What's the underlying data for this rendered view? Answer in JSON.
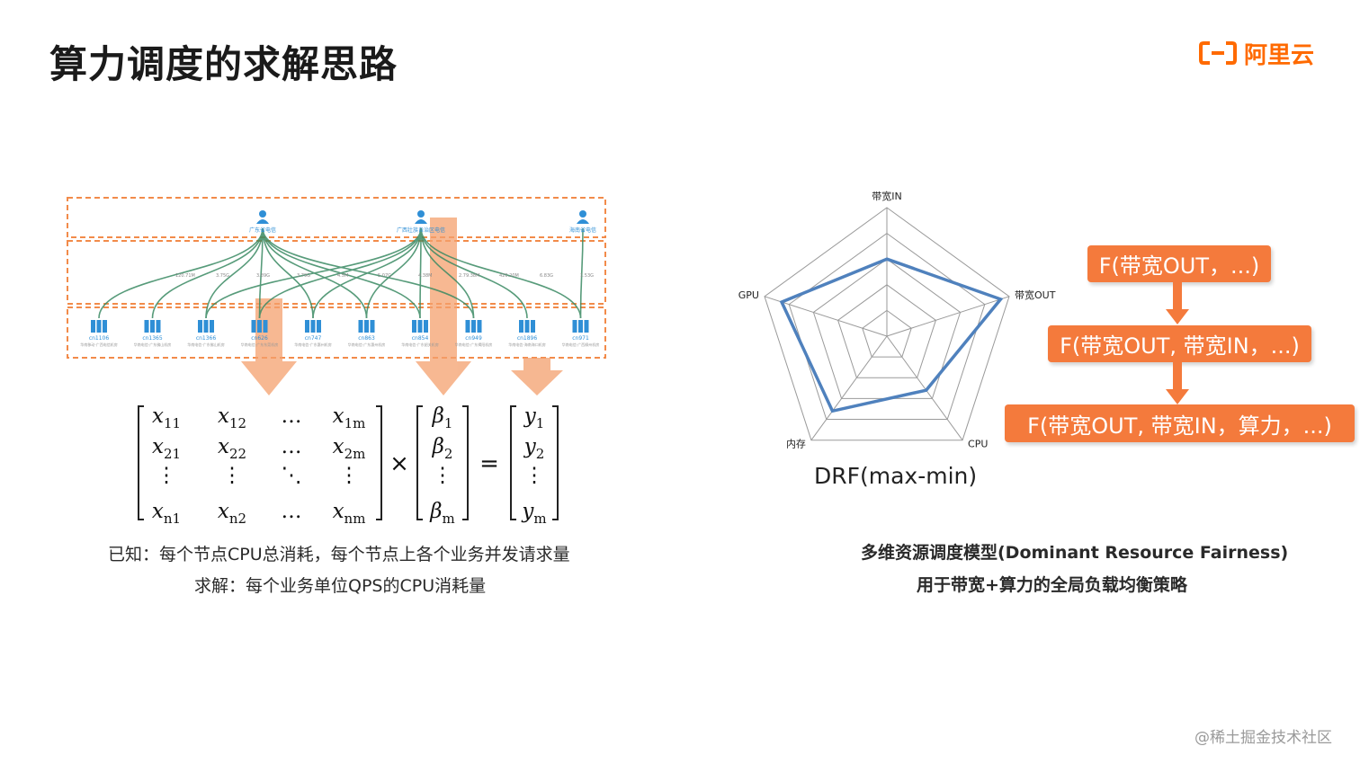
{
  "slide": {
    "title": "算力调度的求解思路",
    "logo": {
      "icon": "aliyun-bracket-icon",
      "text": "阿里云",
      "color": "#ff6a00"
    },
    "watermark": "@稀土掘金技术社区"
  },
  "topology": {
    "accent": "#f4a06d",
    "line_color": "#3a8a63",
    "node_color": "#2f8fd6",
    "providers": [
      {
        "label": "广东省电信"
      },
      {
        "label": "广西壮族自治区电信"
      },
      {
        "label": "海南省电信"
      }
    ],
    "links": [
      "120.71M",
      "3.75G",
      "3.89G",
      "3.79G",
      "4.5M",
      "5.07G",
      "4.38M",
      "2.79.38M",
      "420.20M",
      "6.83G",
      "1.53G"
    ],
    "servers": [
      {
        "id": "cn1106",
        "sub": "华南移动-广西电信机房"
      },
      {
        "id": "cn1365",
        "sub": "华南电信-广东佛山机房"
      },
      {
        "id": "cn1366",
        "sub": "华南电信-广东佛山机房"
      },
      {
        "id": "cn626",
        "sub": "华南电信-广东东莞机房"
      },
      {
        "id": "cn747",
        "sub": "华南电信-广东惠州机房"
      },
      {
        "id": "cn863",
        "sub": "华南电信-广东惠州机房"
      },
      {
        "id": "cn854",
        "sub": "华南电信-广东韶关机房"
      },
      {
        "id": "cn949",
        "sub": "华南电信-广东揭阳机房"
      },
      {
        "id": "cn1896",
        "sub": "华南电信-海南海口机房"
      },
      {
        "id": "cn971",
        "sub": "华南电信-广西柳州机房"
      }
    ]
  },
  "matrix": {
    "left": [
      [
        "x_11",
        "x_12",
        "…",
        "x_1m"
      ],
      [
        "x_21",
        "x_22",
        "…",
        "x_2m"
      ],
      [
        "⋮",
        "⋮",
        "⋱",
        "⋮"
      ],
      [
        "x_n1",
        "x_n2",
        "…",
        "x_nm"
      ]
    ],
    "beta": [
      "β_1",
      "β_2",
      "⋮",
      "β_m"
    ],
    "y": [
      "y_1",
      "y_2",
      "⋮",
      "y_m"
    ],
    "times": "×",
    "equals": "="
  },
  "left_caption": {
    "line1": "已知：每个节点CPU总消耗，每个节点上各个业务并发请求量",
    "line2": "求解：每个业务单位QPS的CPU消耗量"
  },
  "radar": {
    "axes": [
      "带宽IN",
      "带宽OUT",
      "CPU",
      "内存",
      "GPU"
    ],
    "values": [
      0.6,
      0.93,
      0.52,
      0.72,
      0.86
    ],
    "max": 1,
    "rings": 5,
    "series_color": "#4f81bd",
    "grid_color": "#9a9a9a",
    "label": "DRF(max-min)"
  },
  "flow": {
    "color": "#f47a3c",
    "boxes": [
      "F(带宽OUT，...)",
      "F(带宽OUT, 带宽IN，...)",
      "F(带宽OUT, 带宽IN，算力，...)"
    ]
  },
  "right_caption": {
    "line1": "多维资源调度模型(Dominant Resource Fairness)",
    "line2": "用于带宽+算力的全局负载均衡策略"
  }
}
